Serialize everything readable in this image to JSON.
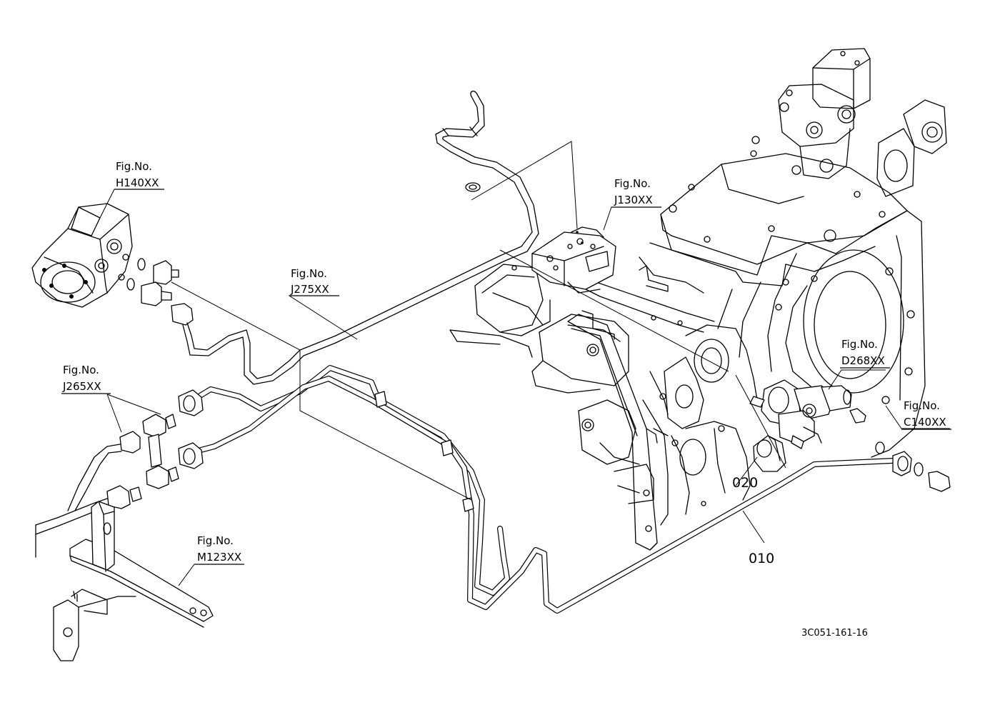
{
  "figure_refs": [
    {
      "id": "h140",
      "label": "Fig.No.",
      "code": "H140XX"
    },
    {
      "id": "j275",
      "label": "Fig.No.",
      "code": "J275XX"
    },
    {
      "id": "j130",
      "label": "Fig.No.",
      "code": "J130XX"
    },
    {
      "id": "j265",
      "label": "Fig.No.",
      "code": "J265XX"
    },
    {
      "id": "d268",
      "label": "Fig.No.",
      "code": "D268XX"
    },
    {
      "id": "c140",
      "label": "Fig.No.",
      "code": "C140XX"
    },
    {
      "id": "m123",
      "label": "Fig.No.",
      "code": "M123XX"
    }
  ],
  "part_numbers": [
    {
      "id": "p010",
      "label": "010"
    },
    {
      "id": "p020",
      "label": "020"
    }
  ],
  "drawing_code": "3C051-161-16"
}
